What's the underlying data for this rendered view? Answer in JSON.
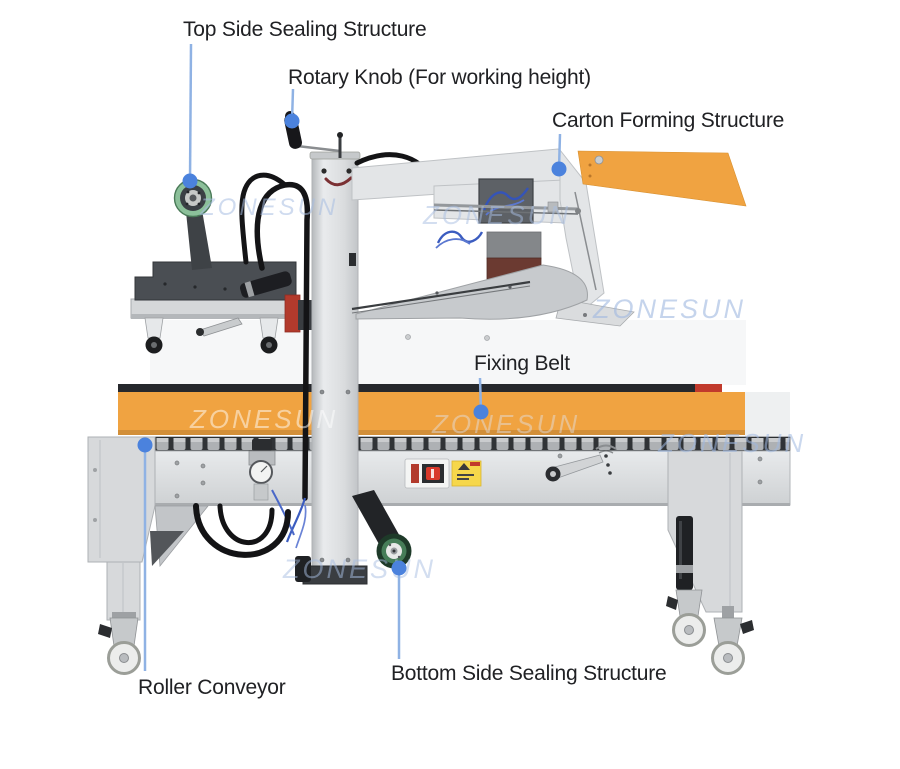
{
  "brand": "ZONESUN",
  "subject": "carton-sealing-machine",
  "labels": {
    "top_side_sealing": "Top Side Sealing Structure",
    "rotary_knob": "Rotary Knob (For working height)",
    "carton_forming": "Carton Forming Structure",
    "fixing_belt": "Fixing Belt",
    "roller_conveyor": "Roller Conveyor",
    "bottom_side_sealing": "Bottom Side Sealing Structure"
  },
  "colors": {
    "background": "#ffffff",
    "label_text": "#202124",
    "annotation_line": "#8fb2e4",
    "annotation_dot": "#4b82dd",
    "machine_orange": "#f0a341",
    "machine_gray": "#dcdee0",
    "tape_roller_green": "#6faf81",
    "watermark_blue": "#aabfe2"
  }
}
